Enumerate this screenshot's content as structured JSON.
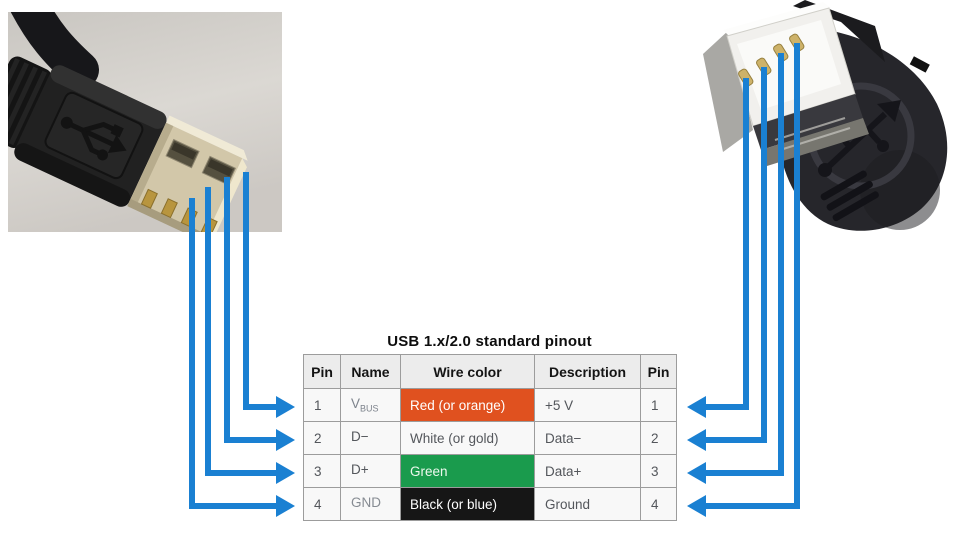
{
  "title": "USB 1.x/2.0 standard pinout",
  "table": {
    "headers": [
      "Pin",
      "Name",
      "Wire color",
      "Description",
      "Pin"
    ],
    "rows": [
      {
        "pin_left": "1",
        "name": "V",
        "name_sub": "BUS",
        "name_fg": "#7d838c",
        "wire_color": "Red (or orange)",
        "wire_bg": "#e0511f",
        "wire_fg": "#ffffff",
        "description": "+5 V",
        "pin_right": "1"
      },
      {
        "pin_left": "2",
        "name": "D−",
        "name_sub": "",
        "name_fg": "#54575c",
        "wire_color": "White (or gold)",
        "wire_bg": "#f8f8f8",
        "wire_fg": "#54575c",
        "description": "Data−",
        "pin_right": "2"
      },
      {
        "pin_left": "3",
        "name": "D+",
        "name_sub": "",
        "name_fg": "#54575c",
        "wire_color": "Green",
        "wire_bg": "#1a9b4d",
        "wire_fg": "#eef9ee",
        "description": "Data+",
        "pin_right": "3"
      },
      {
        "pin_left": "4",
        "name": "GND",
        "name_sub": "",
        "name_fg": "#868b92",
        "wire_color": "Black (or blue)",
        "wire_bg": "#161616",
        "wire_fg": "#ffffff",
        "description": "Ground",
        "pin_right": "4"
      }
    ]
  },
  "icons": {
    "male_connector": "usb-a-male-plug-photo",
    "female_connector": "usb-a-female-socket-photo",
    "logo": "usb-trident-icon"
  },
  "colors": {
    "arrow_blue": "#1a80d2",
    "orange": "#e0511f",
    "green": "#1a9b4d",
    "black_wire": "#161616",
    "header_bg": "#ececec",
    "cell_bg": "#f8f8f8",
    "table_border": "#9c9c9c"
  }
}
